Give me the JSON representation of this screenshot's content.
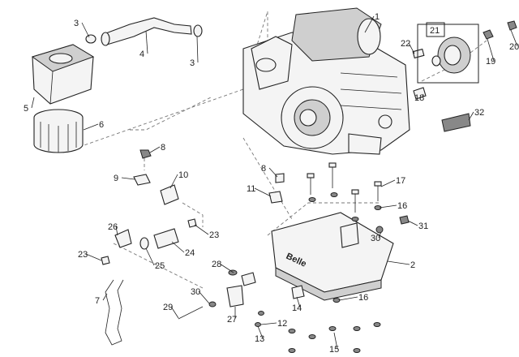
{
  "diagram": {
    "type": "exploded parts diagram",
    "brand_mark": "Belle",
    "callouts": [
      "1",
      "2",
      "3",
      "3",
      "4",
      "5",
      "6",
      "7",
      "8",
      "8",
      "9",
      "10",
      "11",
      "12",
      "13",
      "14",
      "15",
      "16",
      "16",
      "17",
      "18",
      "19",
      "20",
      "21",
      "22",
      "23",
      "23",
      "24",
      "25",
      "26",
      "27",
      "28",
      "29",
      "30",
      "30",
      "31",
      "32"
    ],
    "boxed_callout": "21"
  }
}
